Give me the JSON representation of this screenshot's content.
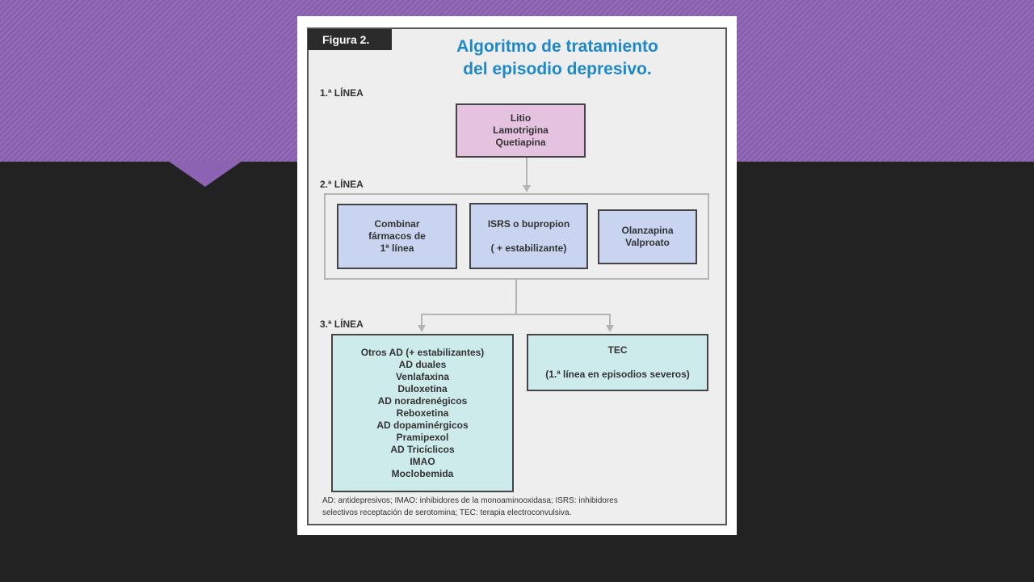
{
  "figure": {
    "tag": "Figura 2.",
    "title_line1": "Algoritmo de tratamiento",
    "title_line2": "del episodio depresivo.",
    "first_line": {
      "label": "1.ª LÍNEA",
      "box": [
        "Litio",
        "Lamotrigina",
        "Quetiapina"
      ]
    },
    "second_line": {
      "label": "2.ª LÍNEA",
      "box_combine": [
        "Combinar",
        "fármacos de",
        "1ª línea"
      ],
      "box_isrs": [
        "ISRS o bupropion",
        "( + estabilizante)"
      ],
      "box_olanzapina": [
        "Olanzapina",
        "Valproato"
      ]
    },
    "third_line": {
      "label": "3.ª LÍNEA",
      "box_ad": [
        "Otros AD (+ estabilizantes)",
        "AD duales",
        "Venlafaxina",
        "Duloxetina",
        "AD noradrenégicos",
        "Reboxetina",
        "AD dopaminérgicos",
        "Pramipexol",
        "AD Tricíclicos",
        "IMAO",
        "Moclobemida"
      ],
      "box_tec": [
        "TEC",
        "(1.ª línea en episodios severos)"
      ]
    },
    "footnote_line1": "AD: antidepresivos; IMAO: inhibidores de la monoaminooxidasa; ISRS: inhibidores",
    "footnote_line2": "selectivos receptación de serotomina; TEC: terapia electroconvulsiva."
  },
  "colors": {
    "band": "#8c63b3",
    "background": "#222222",
    "title": "#1f88c8",
    "box_pink": "#e5c3e0",
    "box_blue": "#c8d4f0",
    "box_cyan": "#cdebea"
  }
}
